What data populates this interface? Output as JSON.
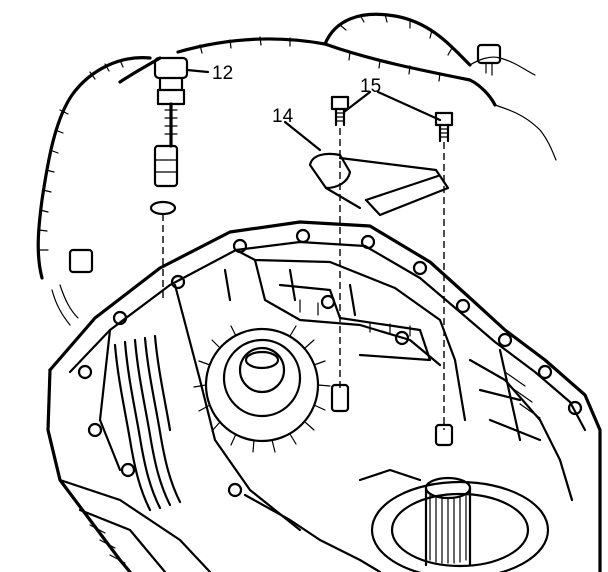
{
  "callouts": [
    {
      "id": "12",
      "label": "12"
    },
    {
      "id": "14",
      "label": "14"
    },
    {
      "id": "15",
      "label": "15"
    }
  ],
  "colors": {
    "ink": "#000000",
    "paper": "#ffffff"
  }
}
